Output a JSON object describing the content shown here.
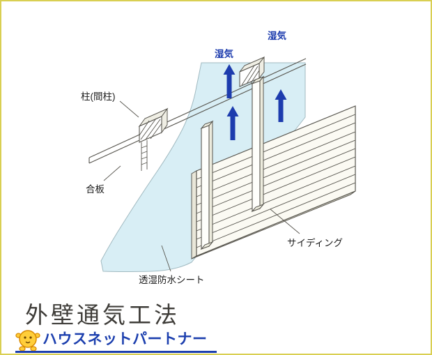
{
  "colors": {
    "frame_yellow": "#d9cf52",
    "sheet_fill": "#d8eef5",
    "sheet_edge": "#a0b9c0",
    "line_dark": "#57554e",
    "arrow_blue": "#1d3cae",
    "moisture_text": "#1d3cae",
    "siding_fill": "#fbfaf3",
    "siding_side": "#e9e7d9",
    "strip_fill": "#fefefb",
    "title_color": "#3e3c38",
    "brand_blue": "#1c3fae",
    "mascot_yellow": "#ffce3a",
    "mascot_outline": "#d98a00"
  },
  "diagram": {
    "labels": {
      "pillar": "柱(間柱)",
      "moisture_left": "湿気",
      "moisture_right": "湿気",
      "plywood": "合板",
      "sheet": "透湿防水シート",
      "siding": "サイディング"
    }
  },
  "footer": {
    "title": "外壁通気工法",
    "brand": "ハウスネットパートナー"
  }
}
